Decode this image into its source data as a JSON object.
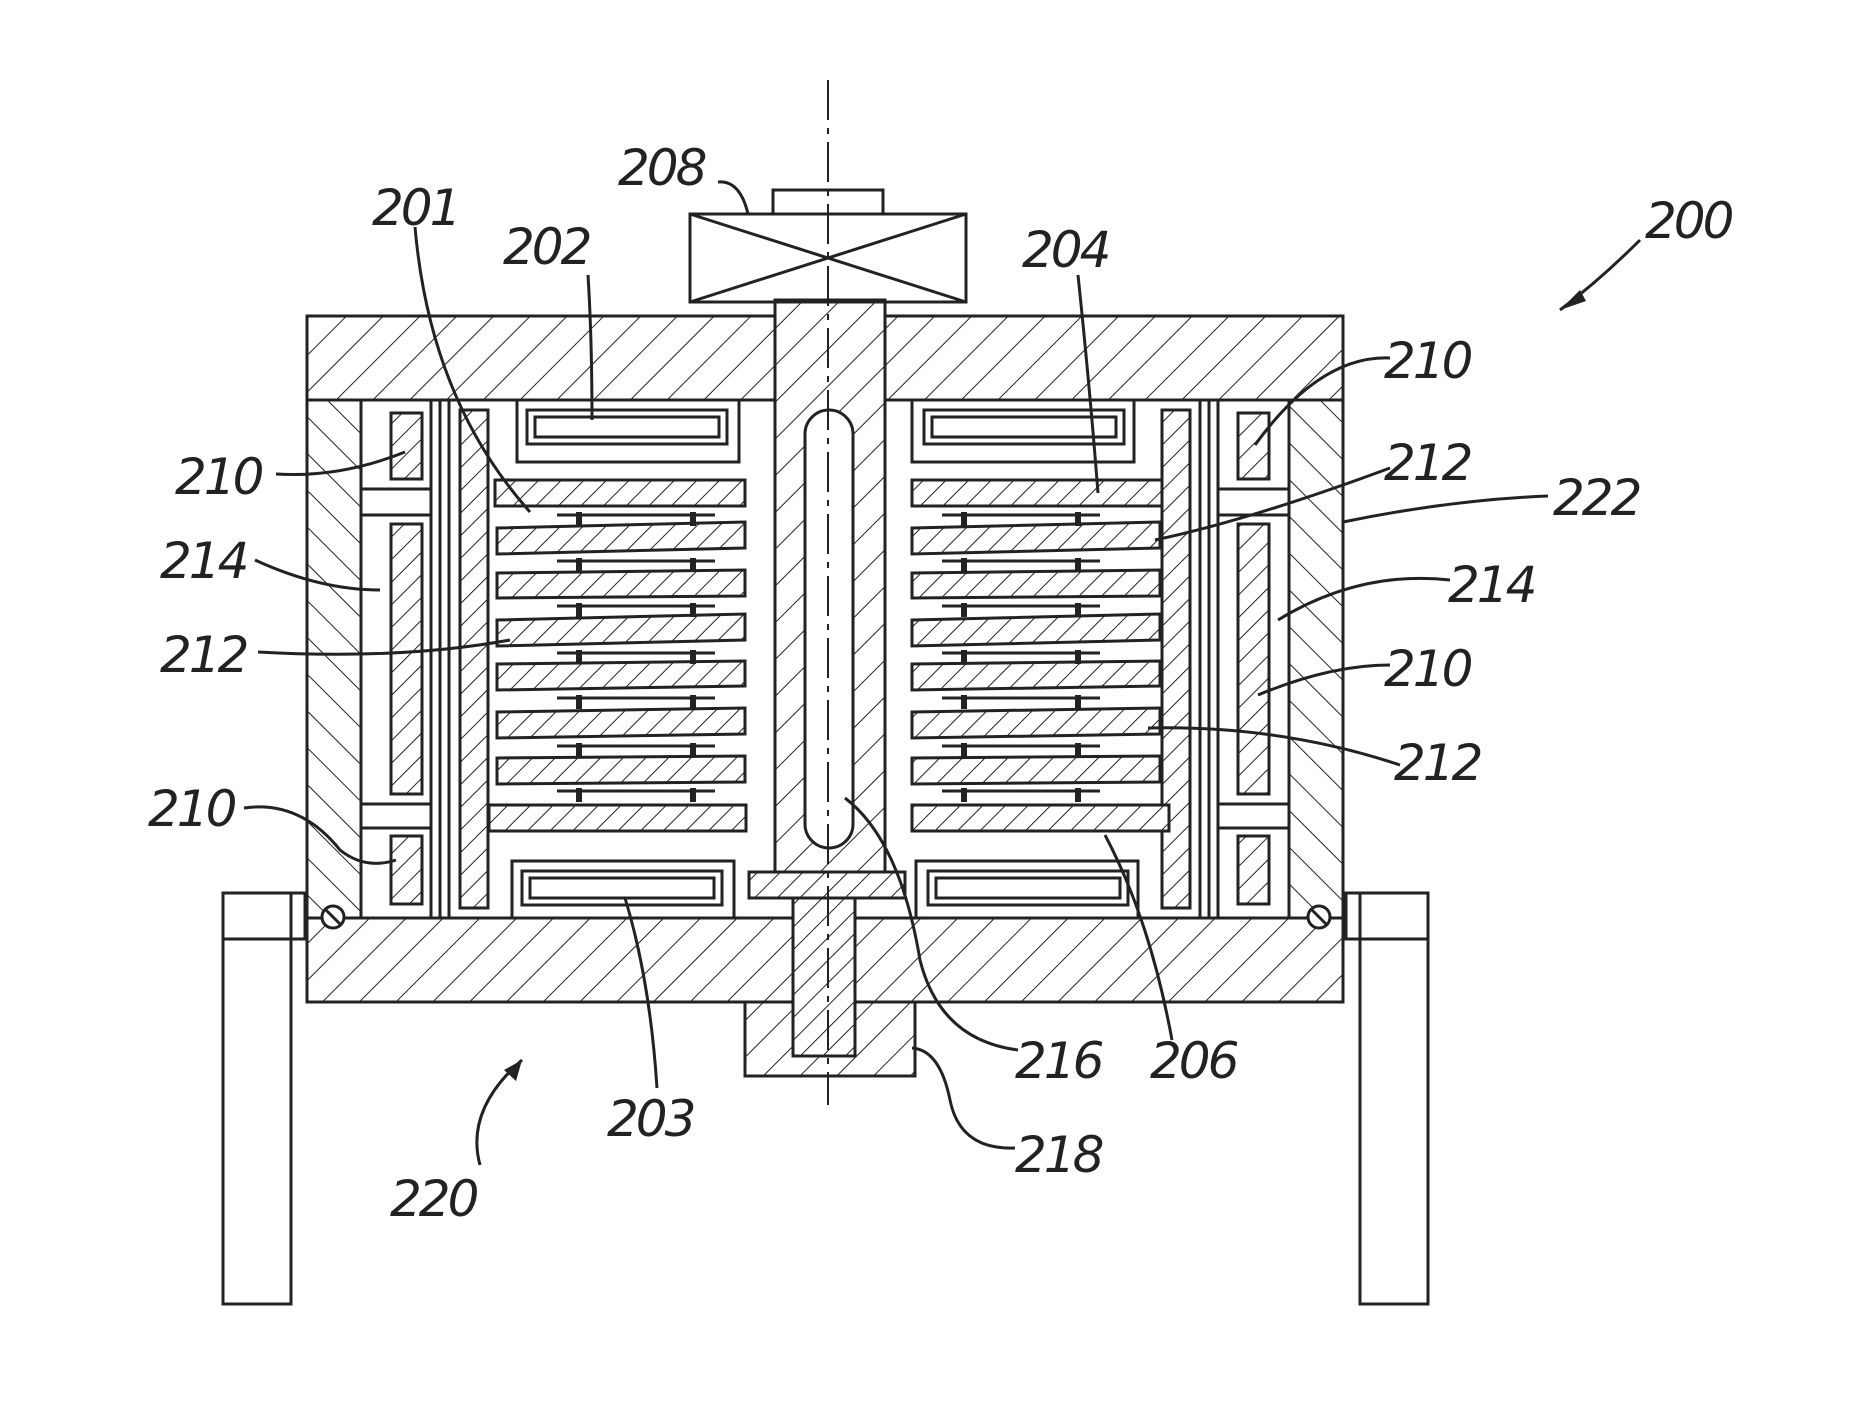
{
  "figure": {
    "stroke_color": "#222222",
    "background_color": "#ffffff"
  },
  "labels": {
    "l200": "200",
    "l201": "201",
    "l202": "202",
    "l203": "203",
    "l204": "204",
    "l206": "206",
    "l208": "208",
    "l210_a": "210",
    "l210_b": "210",
    "l210_c": "210",
    "l210_d": "210",
    "l212_a": "212",
    "l212_b": "212",
    "l212_c": "212",
    "l214_a": "214",
    "l214_b": "214",
    "l216": "216",
    "l218": "218",
    "l220": "220",
    "l222": "222"
  }
}
